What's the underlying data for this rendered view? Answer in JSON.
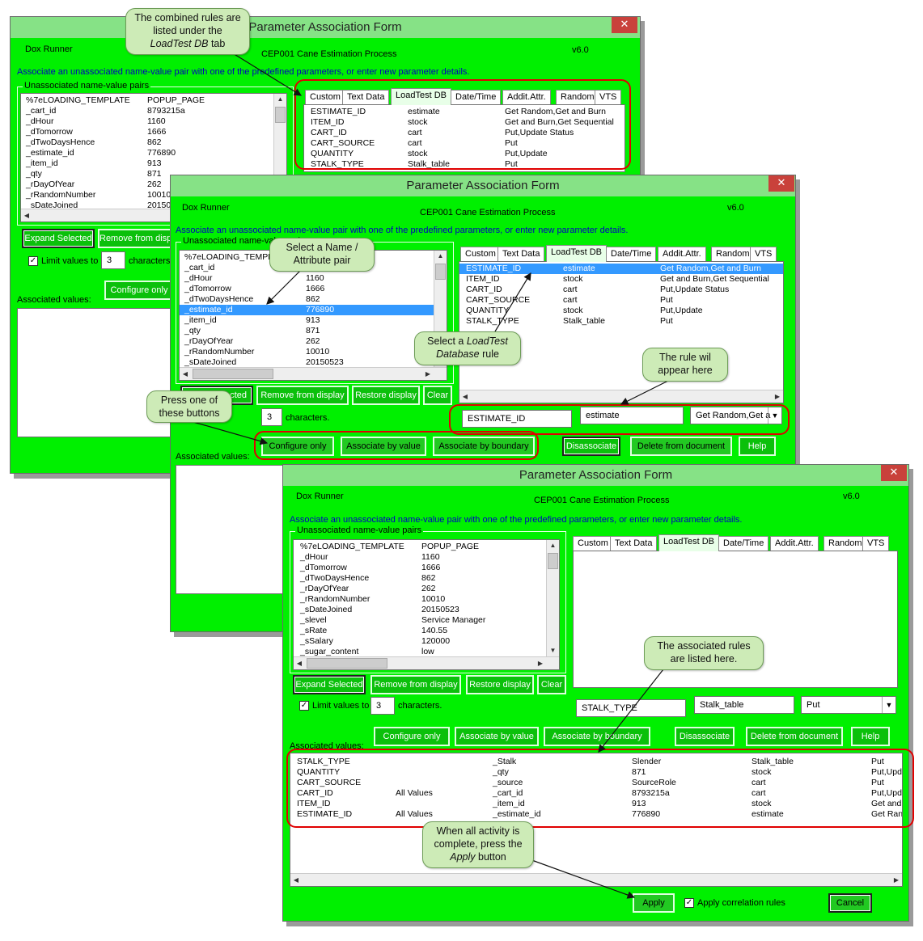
{
  "form": {
    "title": "Parameter Association Form",
    "app": "Dox Runner",
    "process": "CEP001 Cane Estimation Process",
    "version": "v6.0",
    "instruction": "Associate an unassociated name-value pair with one of the predefined parameters, or enter new parameter details.",
    "unassociated_label": "Unassociated name-value pairs",
    "associated_label": "Associated values:",
    "close": "✕"
  },
  "tabs": [
    "Custom",
    "Text Data",
    "LoadTest DB",
    "Date/Time",
    "Addit.Attr.",
    "Random",
    "VTS"
  ],
  "buttons": {
    "expand": "Expand Selected",
    "remove": "Remove from display",
    "remove_cut": "Remove from displ",
    "restore": "Restore display",
    "clear": "Clear",
    "configure": "Configure only",
    "configure_cut": "Configure only",
    "assoc_value": "Associate by value",
    "assoc_boundary": "Associate by boundary",
    "disassociate": "Disassociate",
    "delete": "Delete from document",
    "help": "Help",
    "apply": "Apply",
    "cancel": "Cancel",
    "expand_cut": "cted"
  },
  "limit": {
    "label": "Limit values to",
    "value": "3",
    "suffix": "characters.",
    "suffix_cut": "characters"
  },
  "apply_corr": "Apply correlation rules",
  "pairs1": [
    [
      "%7eLOADING_TEMPLATE",
      "POPUP_PAGE"
    ],
    [
      "_cart_id",
      "8793215a"
    ],
    [
      "_dHour",
      "1160"
    ],
    [
      "_dTomorrow",
      "1666"
    ],
    [
      "_dTwoDaysHence",
      "862"
    ],
    [
      "_estimate_id",
      "776890"
    ],
    [
      "_item_id",
      "913"
    ],
    [
      "_qty",
      "871"
    ],
    [
      "_rDayOfYear",
      "262"
    ],
    [
      "_rRandomNumber",
      "10010"
    ],
    [
      "_sDateJoined",
      "20150523"
    ]
  ],
  "pairs1_val_cut": [
    "",
    "",
    "",
    "",
    "",
    "",
    "",
    "",
    "",
    "10010",
    "20150"
  ],
  "pairs2_name_cut": "%7eLOADING_TEMPL",
  "pairs3": [
    [
      "%7eLOADING_TEMPLATE",
      "POPUP_PAGE"
    ],
    [
      "_dHour",
      "1160"
    ],
    [
      "_dTomorrow",
      "1666"
    ],
    [
      "_dTwoDaysHence",
      "862"
    ],
    [
      "_rDayOfYear",
      "262"
    ],
    [
      "_rRandomNumber",
      "10010"
    ],
    [
      "_sDateJoined",
      "20150523"
    ],
    [
      "_slevel",
      "Service Manager"
    ],
    [
      "_sRate",
      "140.55"
    ],
    [
      "_sSalary",
      "120000"
    ],
    [
      "_sugar_content",
      "low"
    ]
  ],
  "rules": [
    [
      "ESTIMATE_ID",
      "estimate",
      "Get Random,Get and Burn"
    ],
    [
      "ITEM_ID",
      "stock",
      "Get and Burn,Get Sequential"
    ],
    [
      "CART_ID",
      "cart",
      "Put,Update Status"
    ],
    [
      "CART_SOURCE",
      "cart",
      "Put"
    ],
    [
      "QUANTITY",
      "stock",
      "Put,Update"
    ],
    [
      "STALK_TYPE",
      "Stalk_table",
      "Put"
    ]
  ],
  "rule_edit2": {
    "name": "ESTIMATE_ID",
    "table": "estimate",
    "action": "Get Random,Get a"
  },
  "rule_edit3": {
    "name": "STALK_TYPE",
    "table": "Stalk_table",
    "action": "Put"
  },
  "associated": [
    [
      "STALK_TYPE",
      "",
      "_Stalk",
      "Slender",
      "Stalk_table",
      "Put"
    ],
    [
      "QUANTITY",
      "",
      "_qty",
      "871",
      "stock",
      "Put,Upd"
    ],
    [
      "CART_SOURCE",
      "",
      "_source",
      "SourceRole",
      "cart",
      "Put"
    ],
    [
      "CART_ID",
      "All Values",
      "_cart_id",
      "8793215a",
      "cart",
      "Put,Upd"
    ],
    [
      "ITEM_ID",
      "",
      "_item_id",
      "913",
      "stock",
      "Get and"
    ],
    [
      "ESTIMATE_ID",
      "All Values",
      "_estimate_id",
      "776890",
      "estimate",
      "Get Ran"
    ]
  ],
  "callouts": {
    "c1_a": "The combined rules are",
    "c1_b": "listed under the",
    "c1_c": "LoadTest DB",
    "c1_d": "tab",
    "c2_a": "Select a Name /",
    "c2_b": "Attribute pair",
    "c3_a": "Select a",
    "c3_b": "LoadTest",
    "c3_c": "Database",
    "c3_d": "rule",
    "c4_a": "The rule wil",
    "c4_b": "appear here",
    "c5_a": "Press one of",
    "c5_b": "these buttons",
    "c6_a": "The associated rules",
    "c6_b": "are listed here.",
    "c7_a": "When all activity is",
    "c7_b": "complete, press the",
    "c7_c": "Apply",
    "c7_d": "button"
  },
  "colors": {
    "window": "#00f000",
    "callout": "#cdebb7",
    "highlight": "#e00000",
    "selection": "#3399ff"
  }
}
